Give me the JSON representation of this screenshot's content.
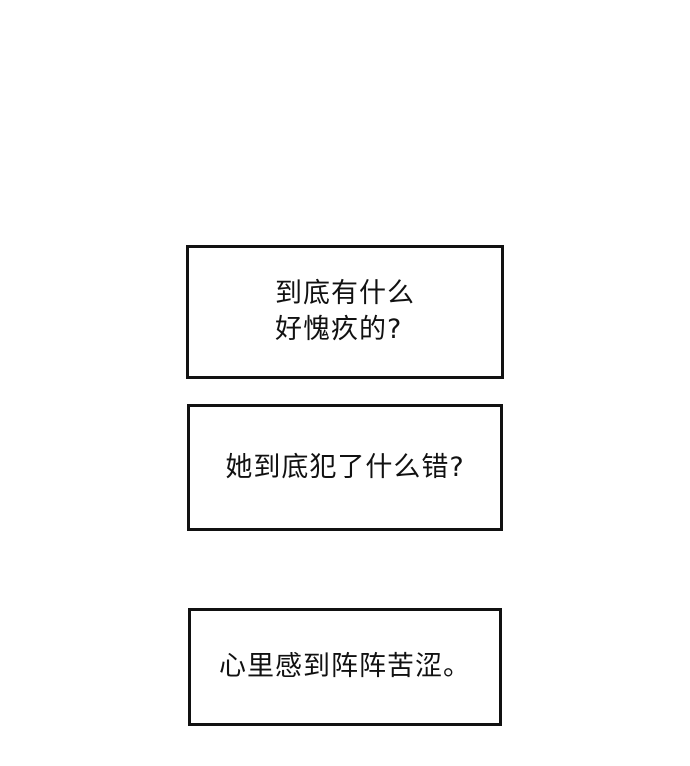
{
  "captions": [
    {
      "lines": [
        "到底有什么",
        "好愧疚的?"
      ]
    },
    {
      "lines": [
        "她到底犯了什么错?"
      ]
    },
    {
      "lines": [
        "心里感到阵阵苦涩。"
      ]
    }
  ],
  "colors": {
    "background": "#ffffff",
    "ink": "#111111"
  }
}
